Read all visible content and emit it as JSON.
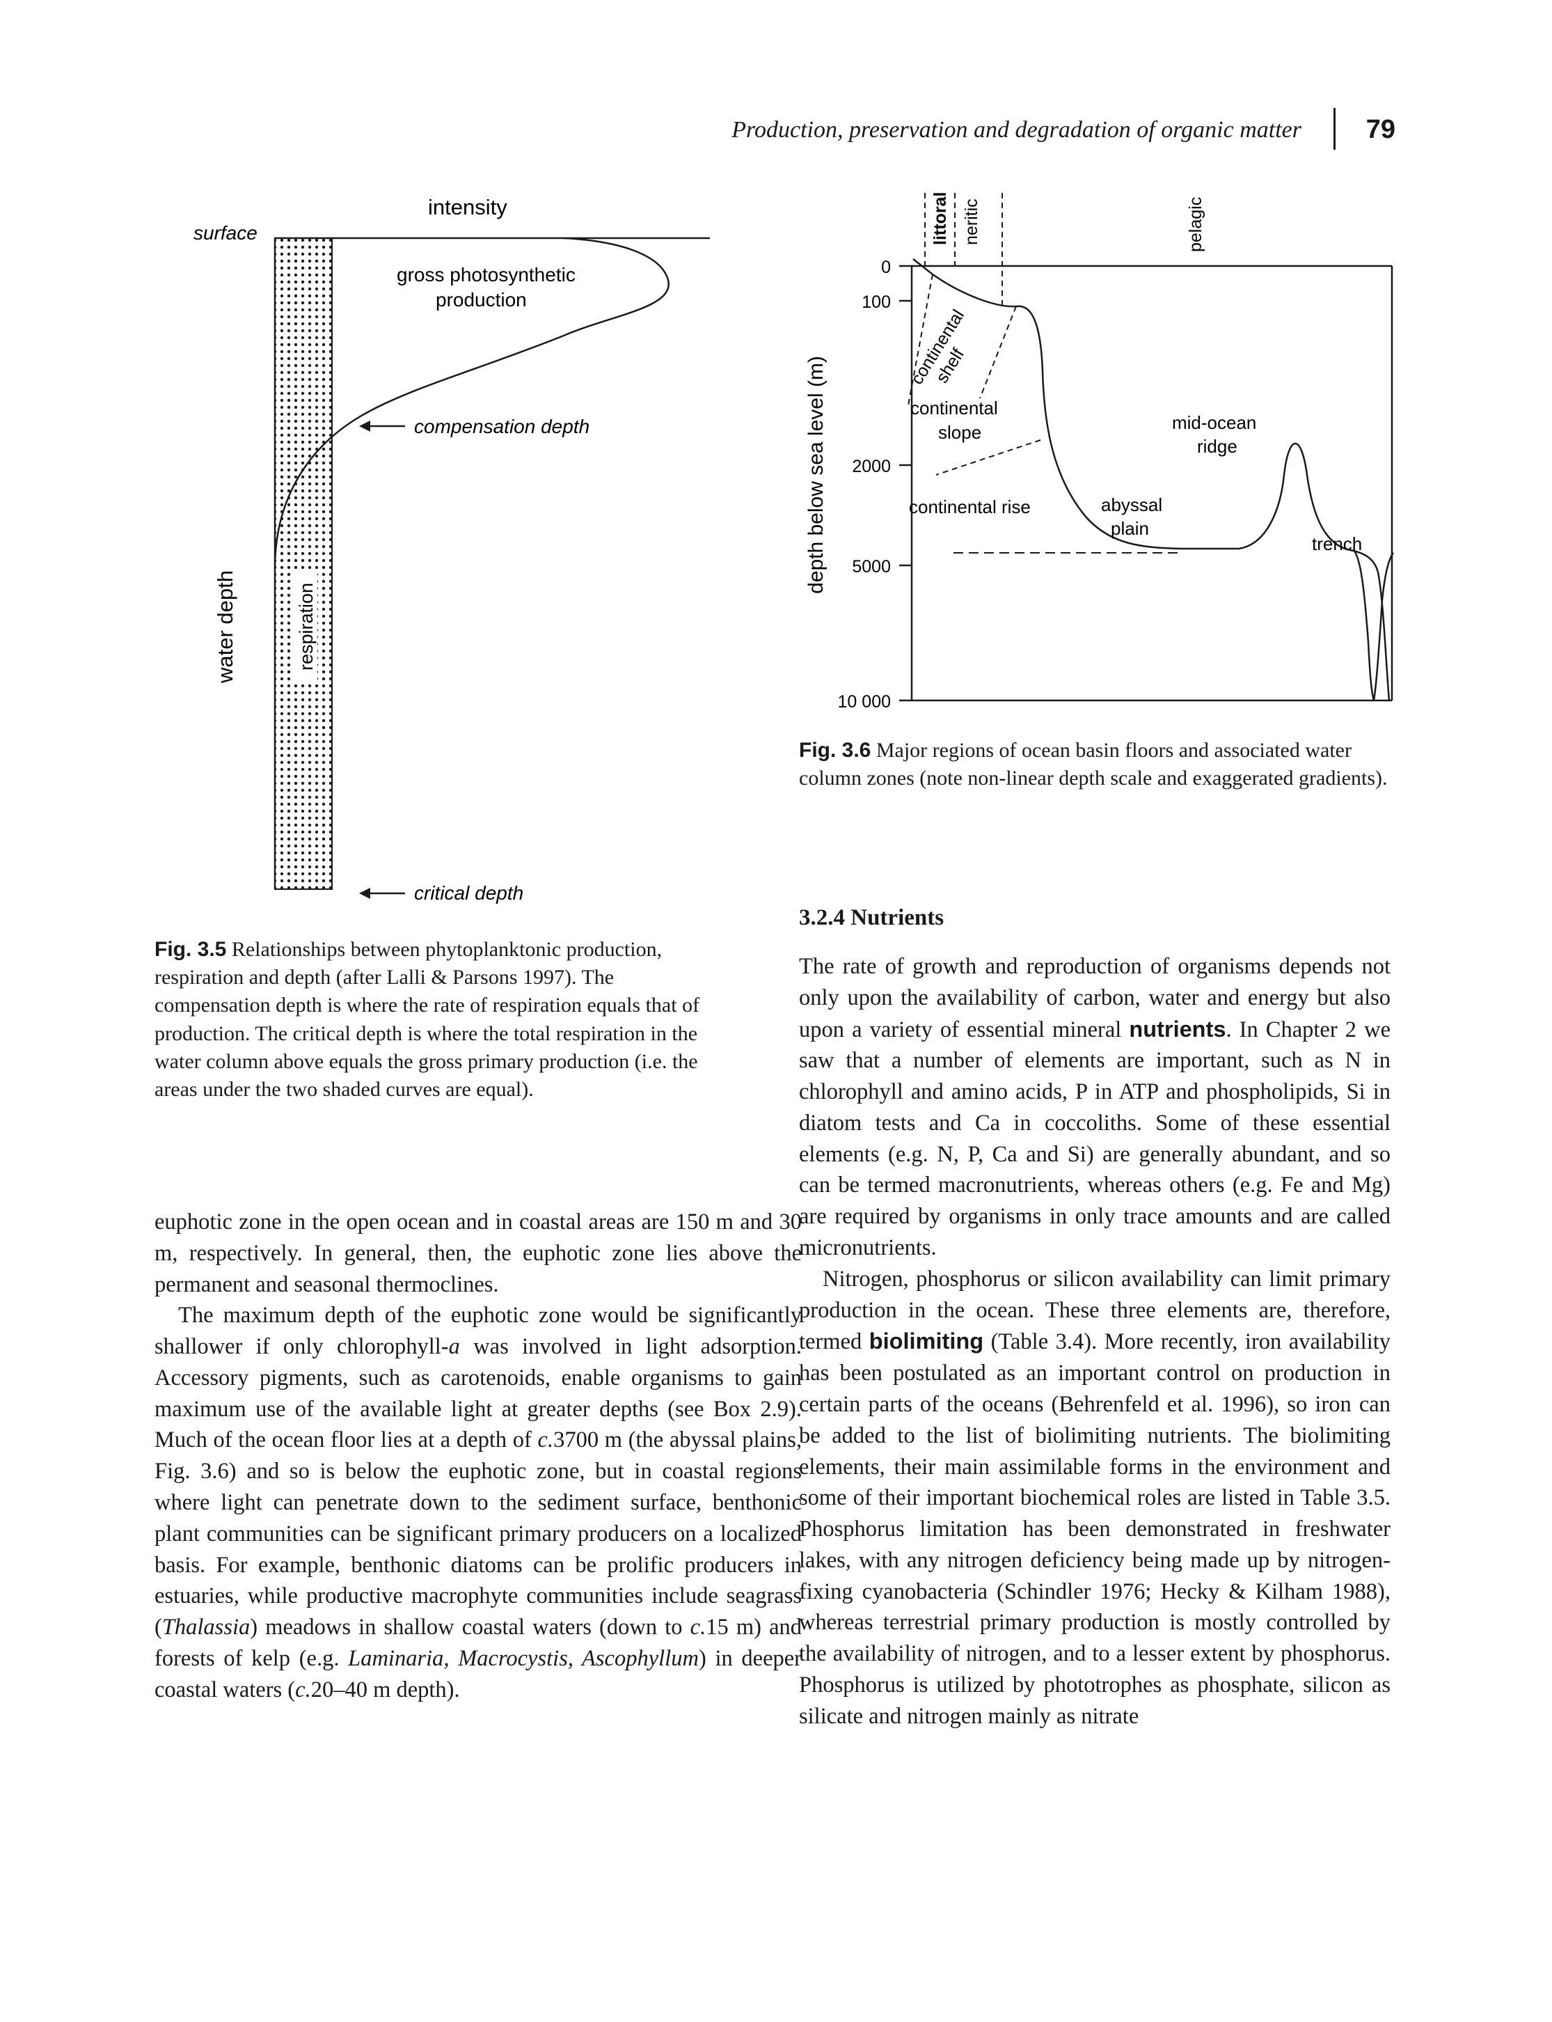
{
  "header": {
    "title": "Production, preservation and degradation of organic matter",
    "page_number": "79"
  },
  "fig35": {
    "labels": {
      "intensity": "intensity",
      "surface": "surface",
      "gross": "gross photosynthetic",
      "gross2": "production",
      "compensation": "compensation depth",
      "water_depth": "water depth",
      "respiration": "respiration",
      "critical": "critical depth"
    },
    "caption": {
      "label": "Fig. 3.5",
      "text": " Relationships between phytoplanktonic production, respiration and depth (after Lalli & Parsons 1997). The compensation depth is where the rate of respiration equals that of production. The critical depth is where the total respiration in the water column above equals the gross primary production (i.e. the areas under the two shaded curves are equal)."
    }
  },
  "fig36": {
    "labels": {
      "zone_littoral": "littoral",
      "zone_neritic": "neritic",
      "zone_pelagic": "pelagic",
      "shelf1": "continental",
      "shelf2": "shelf",
      "slope1": "continental",
      "slope2": "slope",
      "rise": "continental rise",
      "abyssal1": "abyssal",
      "abyssal2": "plain",
      "ridge1": "mid-ocean",
      "ridge2": "ridge",
      "trench": "trench",
      "ylabel": "depth below sea level (m)"
    },
    "y_ticks": [
      "0",
      "100",
      "2000",
      "5000",
      "10 000"
    ],
    "caption": {
      "label": "Fig. 3.6",
      "text": " Major regions of ocean basin floors and associated water column zones (note non-linear depth scale and exaggerated gradients)."
    }
  },
  "section": {
    "heading": "3.2.4 Nutrients"
  },
  "left_column": {
    "p1": "euphotic zone in the open ocean and in coastal areas are 150 m and 30 m, respectively. In general, then, the euphotic zone lies above the permanent and seasonal thermoclines.",
    "p2_a": "The maximum depth of the euphotic zone would be significantly shallower if only chlorophyll-",
    "p2_b": "a",
    "p2_c": " was involved in light adsorption. Accessory pigments, such as carotenoids, enable organisms to gain maximum use of the available light at greater depths (see Box 2.9). Much of the ocean floor lies at a depth of ",
    "p2_d": "c.",
    "p2_e": "3700 m (the abyssal plains, Fig. 3.6) and so is below the euphotic zone, but in coastal regions where light can penetrate down to the sediment surface, benthonic plant communities can be significant primary producers on a localized basis. For example, benthonic diatoms can be prolific producers in estuaries, while productive macrophyte communities include seagrass (",
    "p2_f": "Thalassia",
    "p2_g": ") meadows in shallow coastal waters (down to ",
    "p2_h": "c.",
    "p2_i": "15 m) and forests of kelp (e.g. ",
    "p2_j": "Laminaria, Macrocystis, Ascophyllum",
    "p2_k": ") in deeper coastal waters (",
    "p2_l": "c.",
    "p2_m": "20–40 m depth)."
  },
  "right_column": {
    "p1_a": "The rate of growth and reproduction of organisms depends not only upon the availability of carbon, water and energy but also upon a variety of essential mineral ",
    "p1_b": "nutrients",
    "p1_c": ". In Chapter 2 we saw that a number of elements are important, such as N in chlorophyll and amino acids, P in ATP and phospholipids, Si in diatom tests and Ca in coccoliths. Some of these essential elements (e.g. N, P, Ca and Si) are generally abundant, and so can be termed macronutrients, whereas others (e.g. Fe and Mg) are required by organisms in only trace amounts and are called micronutrients.",
    "p2_a": "Nitrogen, phosphorus or silicon availability can limit primary production in the ocean. These three elements are, therefore, termed ",
    "p2_b": "biolimiting",
    "p2_c": " (Table 3.4). More recently, iron availability has been postulated as an important control on production in certain parts of the oceans (Behrenfeld et al. 1996), so iron can be added to the list of biolimiting nutrients. The biolimiting elements, their main assimilable forms in the environment and some of their important biochemical roles are listed in Table 3.5. Phosphorus limitation has been demonstrated in freshwater lakes, with any nitrogen deficiency being made up by nitrogen-fixing cyanobacteria (Schindler 1976; Hecky & Kilham 1988), whereas terrestrial primary production is mostly controlled by the availability of nitrogen, and to a lesser extent by phosphorus. Phosphorus is utilized by phototrophes as phosphate, silicon as silicate and nitrogen mainly as nitrate"
  }
}
